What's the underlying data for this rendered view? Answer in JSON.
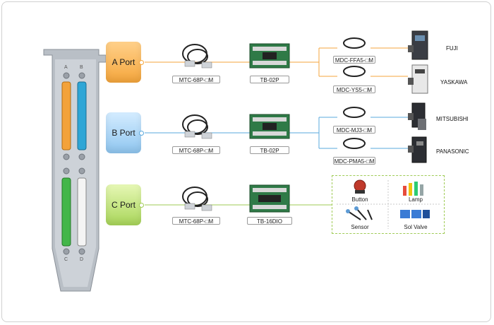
{
  "bracket": {
    "slot_labels": [
      "A",
      "B",
      "C",
      "D"
    ]
  },
  "ports": [
    {
      "label": "A Port",
      "cable": "MTC-68P-□M",
      "board": "TB-02P",
      "drives": [
        {
          "cable": "MDC-FFA5-□M",
          "brand": "FUJI"
        },
        {
          "cable": "MDC-YS5-□M",
          "brand": "YASKAWA"
        }
      ]
    },
    {
      "label": "B Port",
      "cable": "MTC-68P-□M",
      "board": "TB-02P",
      "drives": [
        {
          "cable": "MDC-MJ3-□M",
          "brand": "MITSUBISHI"
        },
        {
          "cable": "MDC-PMA5-□M",
          "brand": "PANASONIC"
        }
      ]
    },
    {
      "label": "C Port",
      "cable": "MTC-68P-□M",
      "board": "TB-16DIO",
      "io_devices": [
        "Button",
        "Lamp",
        "Sensor",
        "Sol Valve"
      ]
    }
  ],
  "colors": {
    "a": "#f5a63c",
    "b": "#5aa9dc",
    "c": "#9fcb55"
  }
}
